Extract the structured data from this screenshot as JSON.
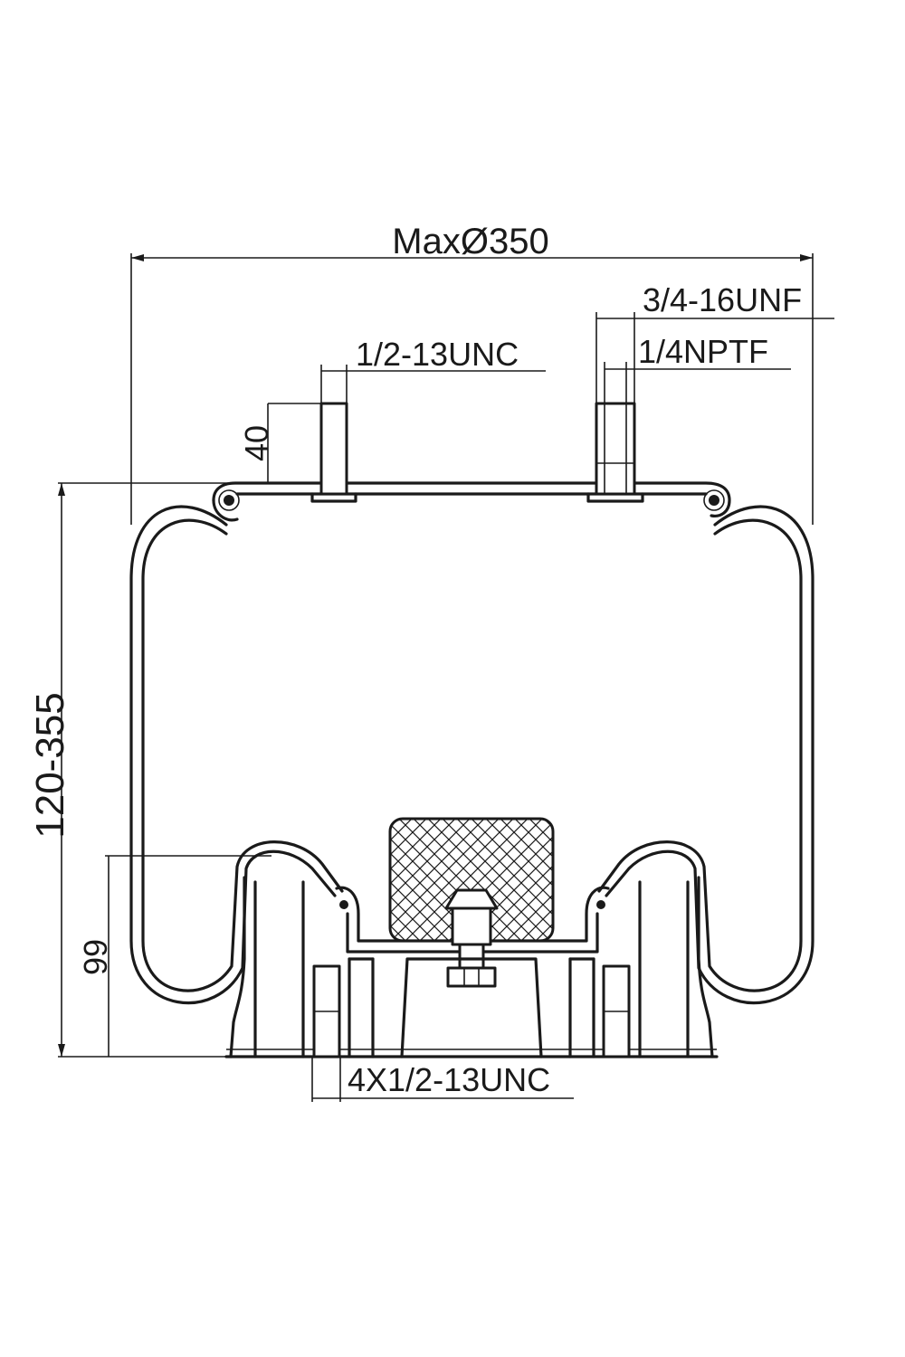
{
  "dimensions": {
    "max_diameter": "MaxØ350",
    "top_stud_thread": "1/2-13UNC",
    "fitting_thread": "3/4-16UNF",
    "air_inlet_thread": "1/4NPTF",
    "stud_height": "40",
    "height_range": "120-355",
    "piston_height": "99",
    "bottom_threads": "4X1/2-13UNC"
  },
  "colors": {
    "line": "#1a1a1a",
    "background": "#ffffff"
  }
}
